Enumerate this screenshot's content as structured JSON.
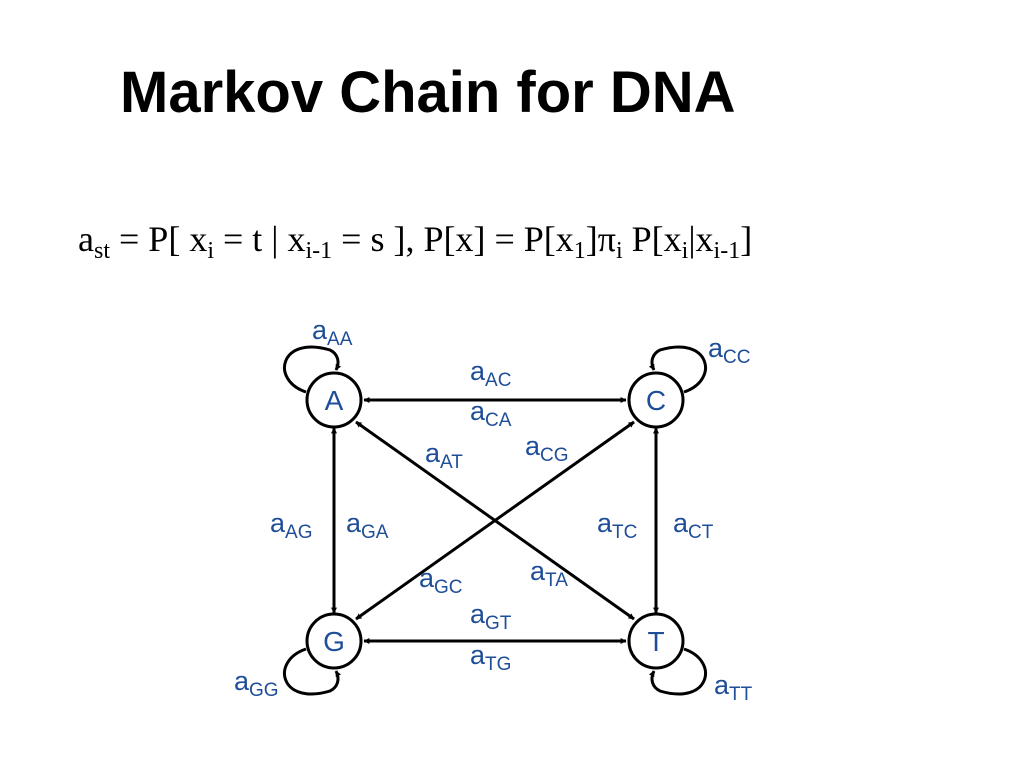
{
  "title": "Markov Chain for DNA",
  "formula": {
    "a": "a",
    "st": "st",
    "p1": " = P[ x",
    "i1": "i",
    "p2": " = t | x",
    "i2": "i-1",
    "p3": " = s ], P[x] = P[x",
    "one": "1",
    "p4": "]π",
    "i3": "i",
    "p5": " P[x",
    "i4": "i",
    "p6": "|x",
    "i5": "i-1",
    "p7": "]"
  },
  "nodes": {
    "A": "A",
    "C": "C",
    "G": "G",
    "T": "T"
  },
  "edge_labels": {
    "AA": {
      "base": "a",
      "sub": "AA"
    },
    "CC": {
      "base": "a",
      "sub": "CC"
    },
    "GG": {
      "base": "a",
      "sub": "GG"
    },
    "TT": {
      "base": "a",
      "sub": "TT"
    },
    "AC": {
      "base": "a",
      "sub": "AC"
    },
    "CA": {
      "base": "a",
      "sub": "CA"
    },
    "AT": {
      "base": "a",
      "sub": "AT"
    },
    "CG": {
      "base": "a",
      "sub": "CG"
    },
    "AG": {
      "base": "a",
      "sub": "AG"
    },
    "GA": {
      "base": "a",
      "sub": "GA"
    },
    "TC": {
      "base": "a",
      "sub": "TC"
    },
    "CT": {
      "base": "a",
      "sub": "CT"
    },
    "GC": {
      "base": "a",
      "sub": "GC"
    },
    "TA": {
      "base": "a",
      "sub": "TA"
    },
    "GT": {
      "base": "a",
      "sub": "GT"
    },
    "TG": {
      "base": "a",
      "sub": "TG"
    }
  }
}
